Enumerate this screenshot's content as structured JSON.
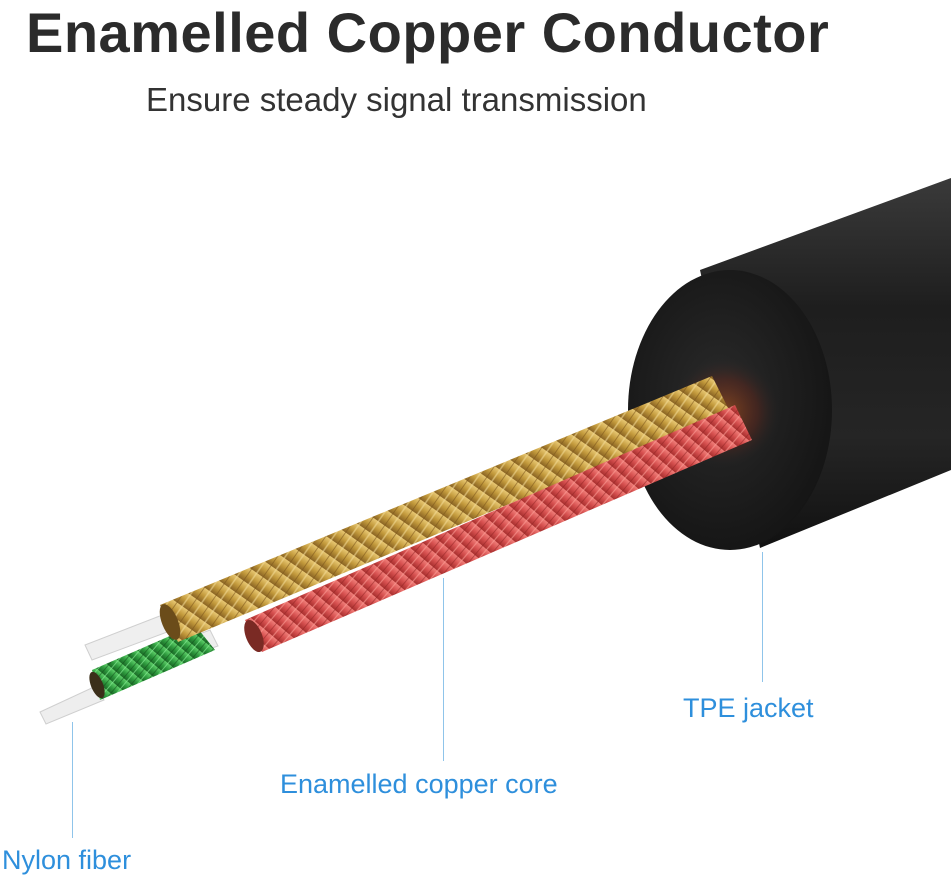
{
  "title": "Enamelled Copper Conductor",
  "subtitle": "Ensure steady signal transmission",
  "colors": {
    "title": "#2b2b2b",
    "label": "#2e8fdc",
    "leader_line": "#8fc4ea",
    "jacket": "#1c1c1c",
    "gold_strand": "#c9a24a",
    "red_strand": "#d6504f",
    "green_strand": "#2e9a3e",
    "nylon_fiber": "#eeeeee"
  },
  "labels": {
    "tpe_jacket": "TPE jacket",
    "copper_core": "Enamelled copper core",
    "nylon_fiber": "Nylon fiber"
  }
}
